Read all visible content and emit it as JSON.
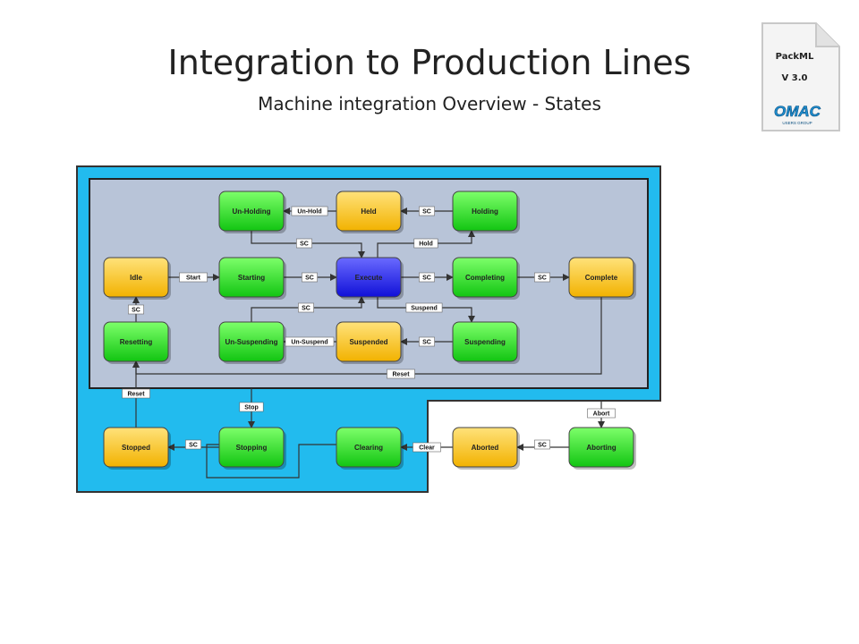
{
  "slide": {
    "title": "Integration to Production Lines",
    "subtitle": "Machine integration Overview - States"
  },
  "badge": {
    "line1": "PackML",
    "line2": "V 3.0",
    "logo_text": "OMAC",
    "logo_subtext": "USERS GROUP"
  },
  "colors": {
    "wait": "#ffcc22",
    "acting": "#22dd22",
    "execute": "#2222ee",
    "outer_area": "#22bbee",
    "inner_area": "#b8c4d8"
  },
  "states": [
    {
      "id": "un_holding",
      "label": "Un-Holding",
      "kind": "acting"
    },
    {
      "id": "held",
      "label": "Held",
      "kind": "wait"
    },
    {
      "id": "holding",
      "label": "Holding",
      "kind": "acting"
    },
    {
      "id": "idle",
      "label": "Idle",
      "kind": "wait"
    },
    {
      "id": "starting",
      "label": "Starting",
      "kind": "acting"
    },
    {
      "id": "execute",
      "label": "Execute",
      "kind": "execute"
    },
    {
      "id": "completing",
      "label": "Completing",
      "kind": "acting"
    },
    {
      "id": "complete",
      "label": "Complete",
      "kind": "wait"
    },
    {
      "id": "resetting",
      "label": "Resetting",
      "kind": "acting"
    },
    {
      "id": "un_suspending",
      "label": "Un-Suspending",
      "kind": "acting"
    },
    {
      "id": "suspended",
      "label": "Suspended",
      "kind": "wait"
    },
    {
      "id": "suspending",
      "label": "Suspending",
      "kind": "acting"
    },
    {
      "id": "stopped",
      "label": "Stopped",
      "kind": "wait"
    },
    {
      "id": "stopping",
      "label": "Stopping",
      "kind": "acting"
    },
    {
      "id": "clearing",
      "label": "Clearing",
      "kind": "acting"
    },
    {
      "id": "aborted",
      "label": "Aborted",
      "kind": "wait"
    },
    {
      "id": "aborting",
      "label": "Aborting",
      "kind": "acting"
    }
  ],
  "transitions": [
    {
      "id": "t_unhold",
      "label": "Un-Hold"
    },
    {
      "id": "t_sc_held",
      "label": "SC"
    },
    {
      "id": "t_sc_unholding",
      "label": "SC"
    },
    {
      "id": "t_hold",
      "label": "Hold"
    },
    {
      "id": "t_start",
      "label": "Start"
    },
    {
      "id": "t_sc_starting",
      "label": "SC"
    },
    {
      "id": "t_sc_execute",
      "label": "SC"
    },
    {
      "id": "t_sc_completing",
      "label": "SC"
    },
    {
      "id": "t_sc_unsuspending",
      "label": "SC"
    },
    {
      "id": "t_suspend",
      "label": "Suspend"
    },
    {
      "id": "t_sc_resetting",
      "label": "SC"
    },
    {
      "id": "t_unsuspend",
      "label": "Un-Suspend"
    },
    {
      "id": "t_sc_suspending",
      "label": "SC"
    },
    {
      "id": "t_reset_complete",
      "label": "Reset"
    },
    {
      "id": "t_reset",
      "label": "Reset"
    },
    {
      "id": "t_stop",
      "label": "Stop"
    },
    {
      "id": "t_sc_stopping",
      "label": "SC"
    },
    {
      "id": "t_clear",
      "label": "Clear"
    },
    {
      "id": "t_sc_aborting",
      "label": "SC"
    },
    {
      "id": "t_abort",
      "label": "Abort"
    }
  ]
}
